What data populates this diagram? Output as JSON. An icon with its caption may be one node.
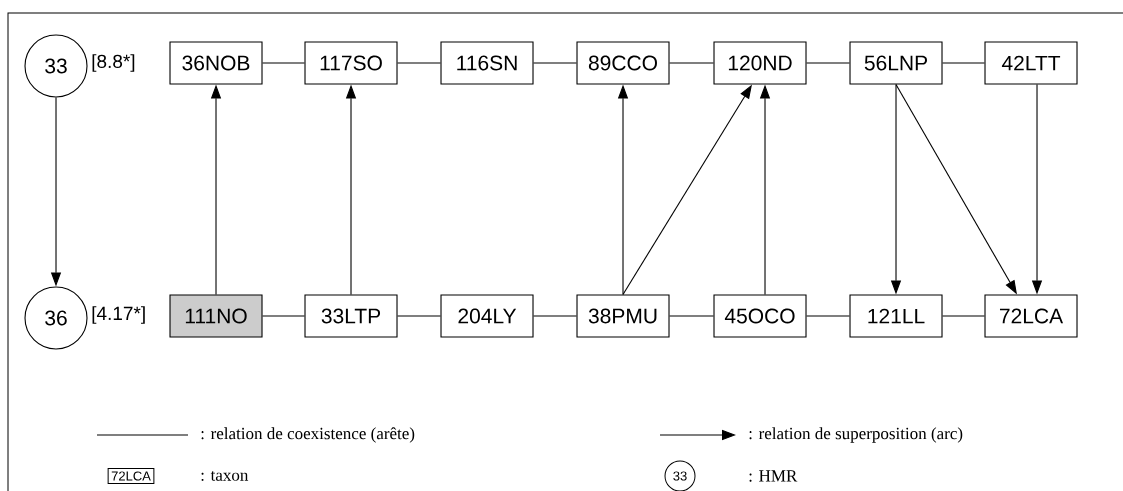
{
  "diagram": {
    "nodes": [
      {
        "text": [
          "33"
        ],
        "beside": [
          "[8.8*]"
        ]
      },
      {
        "text": [
          "36"
        ],
        "beside": [
          "[4.17*]"
        ]
      },
      {
        "text": [
          "36NOB"
        ]
      },
      {
        "text": [
          "117SO"
        ]
      },
      {
        "text": [
          "116SN"
        ]
      },
      {
        "text": [
          "89CCO"
        ]
      },
      {
        "text": [
          "120ND"
        ]
      },
      {
        "text": [
          "56LNP"
        ]
      },
      {
        "text": [
          "42LTT"
        ]
      },
      {
        "text": [
          "111NO"
        ]
      },
      {
        "text": [
          "33LTP"
        ]
      },
      {
        "text": [
          "204LY"
        ]
      },
      {
        "text": [
          "38PMU"
        ]
      },
      {
        "text": [
          "45OCO"
        ]
      },
      {
        "text": [
          "121LL"
        ]
      },
      {
        "text": [
          "72LCA"
        ]
      }
    ],
    "edges": [
      {
        "from": 0,
        "to": 1,
        "arrow": "to"
      },
      {
        "from": 2,
        "to": 3,
        "arrow": "none"
      },
      {
        "from": 3,
        "to": 4,
        "arrow": "none"
      },
      {
        "from": 4,
        "to": 5,
        "arrow": "none"
      },
      {
        "from": 5,
        "to": 6,
        "arrow": "none"
      },
      {
        "from": 6,
        "to": 7,
        "arrow": "none"
      },
      {
        "from": 7,
        "to": 8,
        "arrow": "none"
      },
      {
        "from": 9,
        "to": 10,
        "arrow": "none"
      },
      {
        "from": 10,
        "to": 11,
        "arrow": "none"
      },
      {
        "from": 11,
        "to": 12,
        "arrow": "none"
      },
      {
        "from": 12,
        "to": 13,
        "arrow": "none"
      },
      {
        "from": 13,
        "to": 14,
        "arrow": "none"
      },
      {
        "from": 14,
        "to": 15,
        "arrow": "none"
      },
      {
        "from": 9,
        "to": 2,
        "arrow": "to"
      },
      {
        "from": 10,
        "to": 3,
        "arrow": "to"
      },
      {
        "from": 12,
        "to": 5,
        "arrow": "to"
      },
      {
        "from": 12,
        "to": 6,
        "arrow": "to"
      },
      {
        "from": 13,
        "to": 6,
        "arrow": "to"
      },
      {
        "from": 7,
        "to": 14,
        "arrow": "to"
      },
      {
        "from": 7,
        "to": 15,
        "arrow": "to"
      },
      {
        "from": 8,
        "to": 15,
        "arrow": "to"
      }
    ],
    "labels": [
      "72LCA",
      "33"
    ],
    "legend": [
      {
        "text": ": relation de coexistence (arête)"
      },
      {
        "text": ": relation de superposition (arc)"
      },
      {
        "text": ": taxon"
      },
      {
        "text": ": HMR"
      }
    ]
  }
}
